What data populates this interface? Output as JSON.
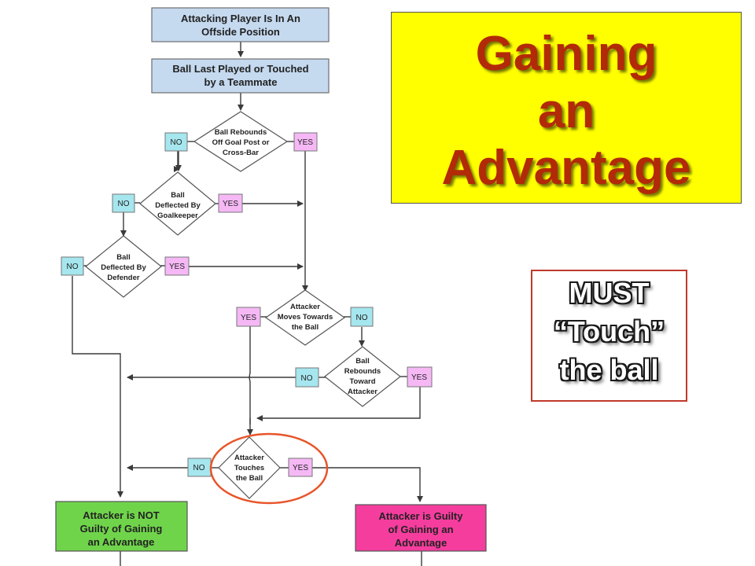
{
  "title": {
    "line1": "Gaining",
    "line2": "an",
    "line3": "Advantage"
  },
  "callout": {
    "line1": "MUST",
    "line2": "“Touch”",
    "line3": "the ball"
  },
  "flowchart": {
    "start": {
      "line1": "Attacking Player Is  In  An",
      "line2": "Offside Position"
    },
    "step2": {
      "line1": "Ball Last Played or Touched",
      "line2": "by a Teammate"
    },
    "d1": {
      "line1": "Ball Rebounds",
      "line2": "Off Goal Post or",
      "line3": "Cross-Bar"
    },
    "d2": {
      "line1": "Ball",
      "line2": "Deflected By",
      "line3": "Goalkeeper"
    },
    "d3": {
      "line1": "Ball",
      "line2": "Deflected By",
      "line3": "Defender"
    },
    "d4": {
      "line1": "Attacker",
      "line2": "Moves Towards",
      "line3": "the Ball"
    },
    "d5": {
      "line1": "Ball",
      "line2": "Rebounds",
      "line3": "Toward",
      "line4": "Attacker"
    },
    "d6": {
      "line1": "Attacker",
      "line2": "Touches",
      "line3": "the Ball"
    },
    "yes": "YES",
    "no": "NO",
    "result_not_guilty": {
      "line1": "Attacker is NOT",
      "line2": "Guilty of Gaining",
      "line3": "an Advantage"
    },
    "result_guilty": {
      "line1": "Attacker is Guilty",
      "line2": "of Gaining an",
      "line3": "Advantage"
    }
  },
  "colors": {
    "process_fill": "#c5d9ef",
    "no_fill": "#a6e6ee",
    "yes_fill": "#f5b8f5",
    "not_guilty_fill": "#70d44b",
    "guilty_fill": "#f53d9e",
    "title_bg": "#ffff00",
    "title_text": "#b22a08",
    "highlight_circle": "#e8552a"
  }
}
